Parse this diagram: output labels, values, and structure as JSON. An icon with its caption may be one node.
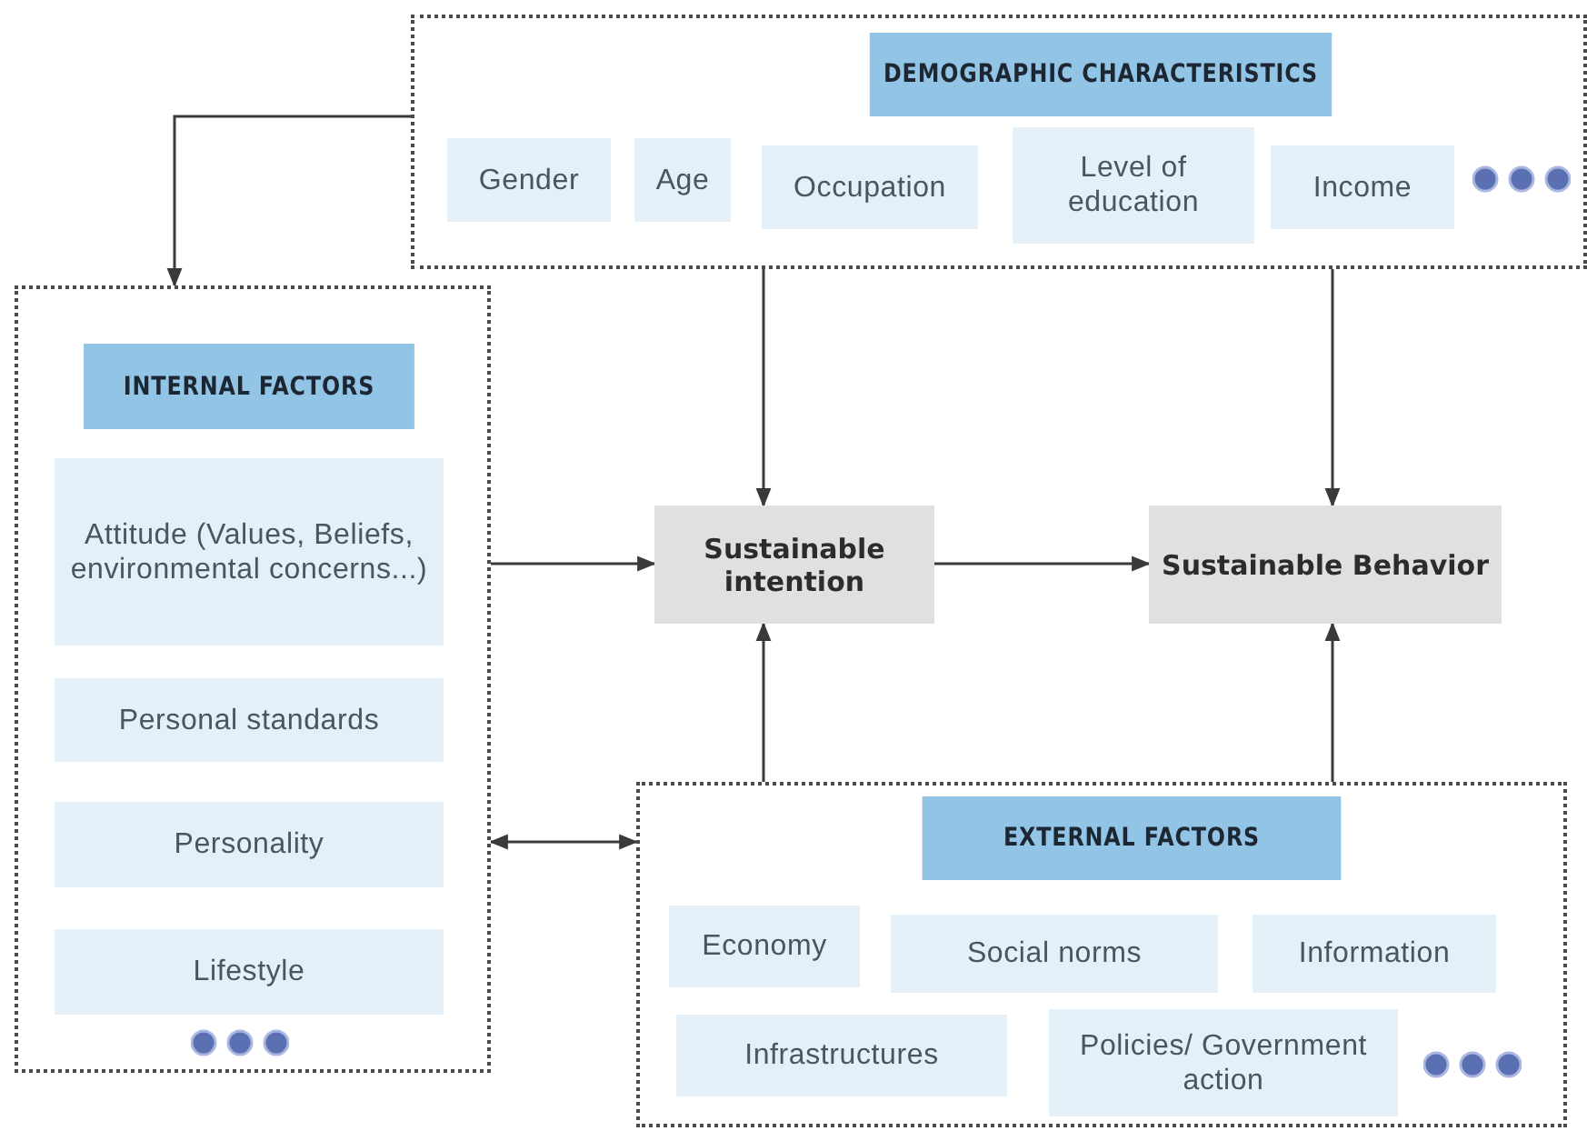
{
  "diagram": {
    "nodes": [
      {
        "text": [],
        "shape": "box"
      },
      {
        "text": [
          "DEMOGRAPHIC CHARACTERISTICS"
        ],
        "in": 0
      },
      {
        "text": [
          "Gender"
        ],
        "in": 0
      },
      {
        "text": [
          "Age"
        ],
        "in": 0
      },
      {
        "text": [
          "Occupation"
        ],
        "in": 0
      },
      {
        "text": [
          "Level of education"
        ],
        "in": 0
      },
      {
        "text": [
          "Income"
        ],
        "in": 0
      },
      {
        "text": [],
        "shape": "box"
      },
      {
        "text": [
          "INTERNAL FACTORS"
        ],
        "in": 7
      },
      {
        "text": [
          "Attitude (Values, Beliefs, environmental concerns...)"
        ],
        "in": 7
      },
      {
        "text": [
          "Personal standards"
        ],
        "in": 7
      },
      {
        "text": [
          "Personality"
        ],
        "in": 7
      },
      {
        "text": [
          "Lifestyle"
        ],
        "in": 7
      },
      {
        "text": [
          "Sustainable intention"
        ]
      },
      {
        "text": [
          "Sustainable Behavior"
        ]
      },
      {
        "text": [],
        "shape": "box"
      },
      {
        "text": [
          "EXTERNAL FACTORS"
        ],
        "in": 15
      },
      {
        "text": [
          "Economy"
        ],
        "in": 15
      },
      {
        "text": [
          "Social norms"
        ],
        "in": 15
      },
      {
        "text": [
          "Information"
        ],
        "in": 15
      },
      {
        "text": [
          "Infrastructures"
        ],
        "in": 15
      },
      {
        "text": [
          "Policies/ Government action"
        ],
        "in": 15
      }
    ],
    "edges": [
      {
        "from": 0,
        "to": 7,
        "arrow": "to"
      },
      {
        "from": 0,
        "to": 13,
        "arrow": "to"
      },
      {
        "from": 0,
        "to": 14,
        "arrow": "to"
      },
      {
        "from": 7,
        "to": 13,
        "arrow": "to"
      },
      {
        "from": 13,
        "to": 14,
        "arrow": "to"
      },
      {
        "from": 15,
        "to": 13,
        "arrow": "to"
      },
      {
        "from": 15,
        "to": 14,
        "arrow": "to"
      },
      {
        "from": 7,
        "to": 15,
        "arrow": "both"
      }
    ]
  }
}
